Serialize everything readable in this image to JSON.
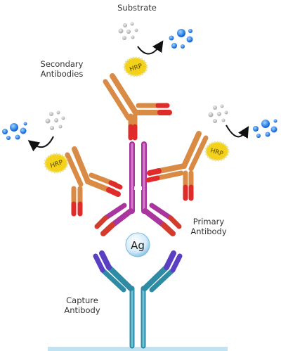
{
  "labels": {
    "substrate": "Substrate",
    "secondary_line1": "Secondary",
    "secondary_line2": "Antibodies",
    "primary_line1": "Primary",
    "primary_line2": "Antibody",
    "capture_line1": "Capture",
    "capture_line2": "Antibody",
    "antigen": "Ag",
    "enzyme": "HRP"
  },
  "colors": {
    "secondary_antibody": "#e8a15f",
    "secondary_tip": "#e02b2b",
    "primary_antibody": "#c34fb8",
    "primary_tip": "#d33b2c",
    "capture_antibody": "#3a9bb5",
    "capture_tip": "#5b3fc2",
    "hrp": "#f4d21a",
    "substrate_particles": "#b8b8b8",
    "product_particles": "#1e7fe8",
    "antigen": "#cfe6f6",
    "plate": "#bfe3f3"
  },
  "icons": [
    "curved-reaction-arrow-icon",
    "hrp-enzyme-icon",
    "antigen-sphere-icon"
  ]
}
